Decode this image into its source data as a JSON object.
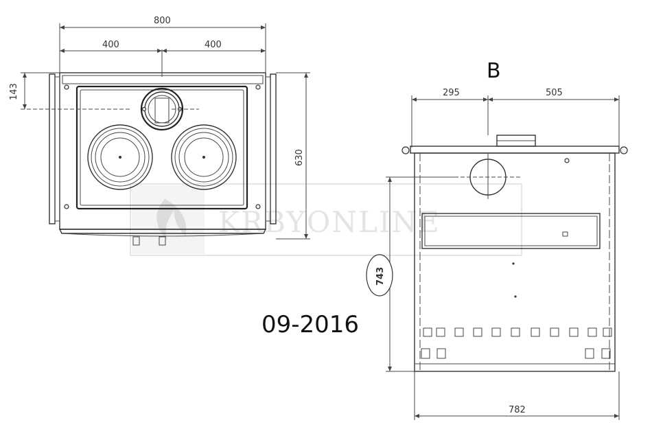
{
  "top_view": {
    "dim_total_width": "800",
    "dim_left_half": "400",
    "dim_right_half": "400",
    "dim_flue_offset": "143",
    "dim_depth": "630"
  },
  "front_view": {
    "view_label": "B",
    "dim_flue_left": "295",
    "dim_flue_right": "505",
    "dim_height": "743",
    "dim_width": "782"
  },
  "revision_date": "09-2016",
  "watermark": "KRBYONLINE"
}
